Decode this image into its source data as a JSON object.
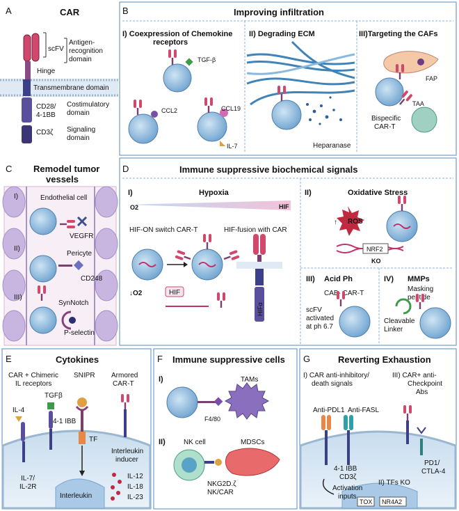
{
  "panelA": {
    "letter": "A",
    "title": "CAR",
    "scfv": "scFV",
    "antigen": [
      "Antigen-",
      "recognition",
      "domain"
    ],
    "hinge": "Hinge",
    "tm": "Transmembrane domain",
    "cd28": [
      "CD28/",
      "4-1BB"
    ],
    "costim": [
      "Costimulatory",
      "domain"
    ],
    "cd3z": "CD3ζ",
    "signal": [
      "Signaling",
      "domain"
    ]
  },
  "panelB": {
    "letter": "B",
    "title": "Improving infiltration",
    "s1": [
      "I) Coexpression of Chemokine",
      "receptors"
    ],
    "tgfb": "TGF-β",
    "ccl2": "CCL2",
    "ccl19": "CCL19",
    "il7": "IL-7",
    "s2": "II)   Degrading ECM",
    "heparanase": "Heparanase",
    "s3": "III)Targeting the CAFs",
    "fap": "FAP",
    "taa": "TAA",
    "bispecific": [
      "Bispecific",
      "CAR-T"
    ]
  },
  "panelC": {
    "letter": "C",
    "title": [
      "Remodel tumor",
      "vessels"
    ],
    "r1": "I)",
    "endo": "Endothelial cell",
    "vegfr": "VEGFR",
    "r2": "II)",
    "pericyte": "Pericyte",
    "cd248": "CD248",
    "r3": "III)",
    "synnotch": "SynNotch",
    "psel": "P-selectin"
  },
  "panelD": {
    "letter": "D",
    "title": "Immune suppressive biochemical signals",
    "s1": "I)",
    "hypoxia": "Hypoxia",
    "o2": "O2",
    "hif": "HIF",
    "hifon": "HIF-ON switch CAR-T",
    "hiffusion": "HIF-fusion with CAR",
    "lowo2": "↓O2",
    "hifbox": "HIF",
    "hifa": "HIFα",
    "s2": "II)",
    "oxid": "Oxidative Stress",
    "ros": "ROS",
    "nrf2": "NRF2",
    "ko": "KO",
    "s3": "III)",
    "acid": "Acid Ph",
    "cab": "CAB- CAR-T",
    "scfvact": [
      "scFV",
      "activated",
      "at ph 6.7"
    ],
    "s4": "IV)",
    "mmps": "MMPs",
    "masking": [
      "Masking",
      "peptide"
    ],
    "cleav": [
      "Cleavable",
      "Linker"
    ]
  },
  "panelE": {
    "letter": "E",
    "title": "Cytokines",
    "c1": [
      "CAR + Chimeric",
      "IL receptors"
    ],
    "snipr": "SNIPR",
    "armored": [
      "Armored",
      "CAR-T"
    ],
    "il4": "IL-4",
    "tgfb": "TGFβ",
    "il7": [
      "IL-7/",
      "IL-2R"
    ],
    "ibb": "4-1 IBB",
    "tf": "TF",
    "inducer": [
      "Interleukin",
      "inducer"
    ],
    "il": "Interleukin",
    "il12": "IL-12",
    "il18": "IL-18",
    "il23": "IL-23"
  },
  "panelF": {
    "letter": "F",
    "title": "Immune suppressive cells",
    "s1": "I)",
    "tams": "TAMs",
    "f480": "F4/80",
    "s2": "II)",
    "nk": "NK cell",
    "mdsc": "MDSCs",
    "nkg2d": [
      "NKG2D.ζ",
      "NK/CAR"
    ]
  },
  "panelG": {
    "letter": "G",
    "title": "Reverting Exhaustion",
    "s1": [
      "I) CAR anti-inhibitory/",
      "death signals"
    ],
    "s3": [
      "III) CAR+ anti-",
      "Checkpoint",
      "Abs"
    ],
    "pdl1": "Anti-PDL1",
    "fasl": "Anti-FASL",
    "ibb": "4-1 IBB",
    "cd3z": "CD3ζ",
    "pd1": [
      "PD1/",
      "CTLA-4"
    ],
    "act": [
      "Activation",
      "inputs"
    ],
    "tfko": "II) TFs KO",
    "tox": "TOX",
    "nr4a2": "NR4A2"
  }
}
